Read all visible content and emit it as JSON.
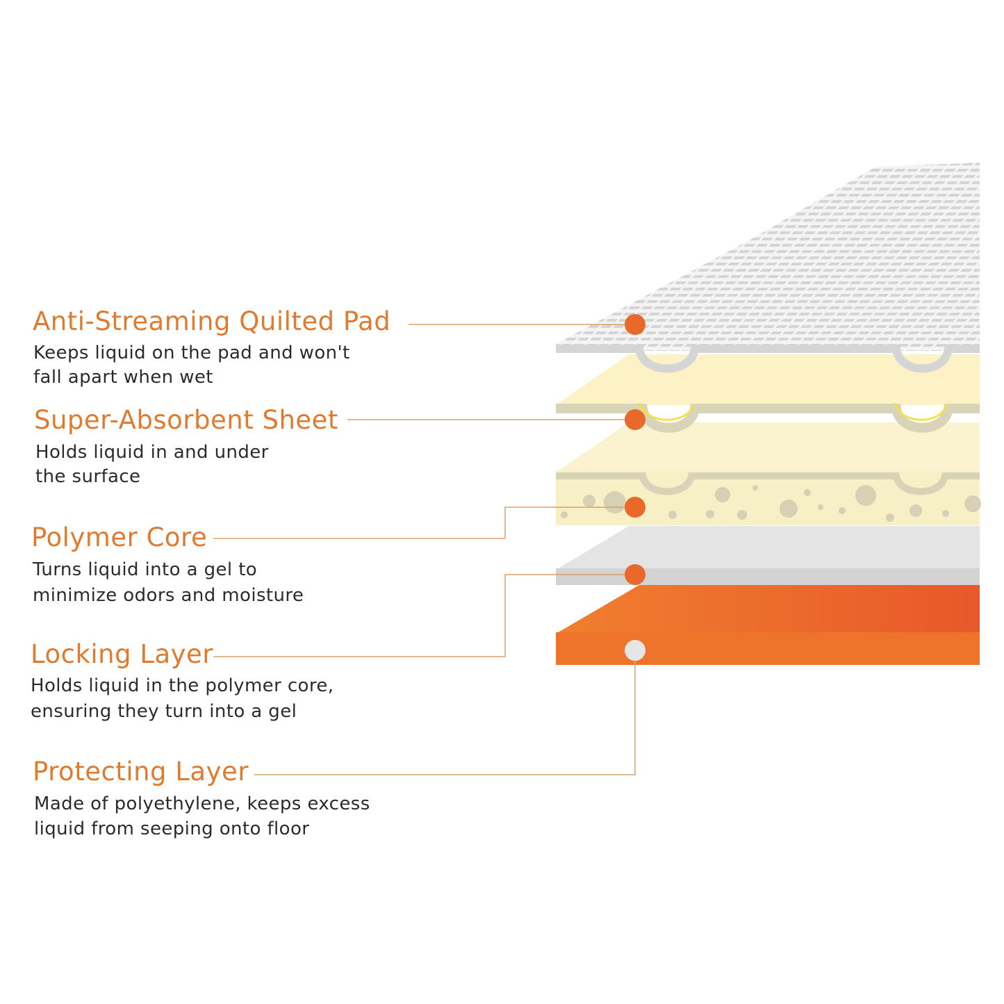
{
  "accent_color": "#e07a2e",
  "leader_color": "#d9a06a",
  "layers": [
    {
      "title": "Anti-Streaming Quilted Pad",
      "description": [
        "Keeps liquid on the pad and won't",
        "fall apart when wet"
      ]
    },
    {
      "title": "Super-Absorbent Sheet",
      "description": [
        "Holds liquid in and under",
        "the surface"
      ]
    },
    {
      "title": "Polymer Core",
      "description": [
        "Turns liquid into a gel to",
        "minimize odors and moisture"
      ]
    },
    {
      "title": "Locking Layer",
      "description": [
        "Holds liquid in the polymer core,",
        "ensuring they turn into a gel"
      ]
    },
    {
      "title": "Protecting Layer",
      "description": [
        "Made of polyethylene, keeps excess",
        "liquid from seeping onto floor"
      ]
    }
  ],
  "layer_colors": {
    "quilted_pad": "#dcdcdc",
    "absorbent_sheet": "#fbf1c4",
    "polymer_core": "#f8eec2",
    "locking_layer": "#d9d9d9",
    "protecting_layer": "#ec6e2c",
    "marker_orange": "#e8692a",
    "marker_white": "#e6e6e6"
  }
}
